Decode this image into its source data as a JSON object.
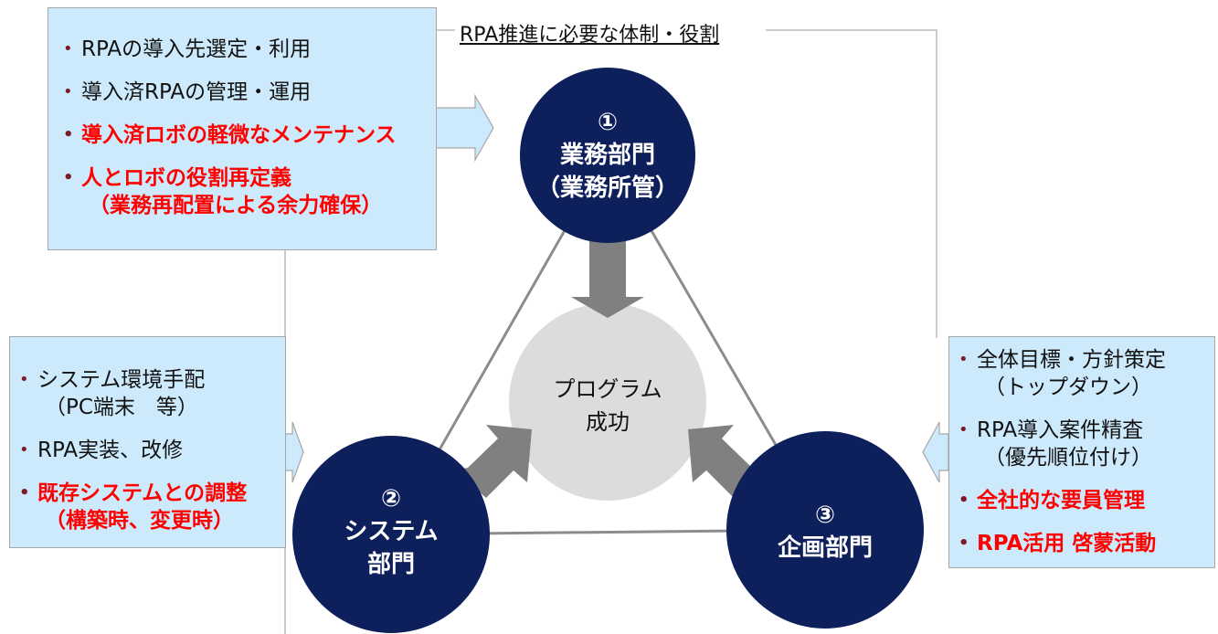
{
  "title": "RPA推進に必要な体制・役割",
  "center": {
    "line1": "プログラム",
    "line2": "成功"
  },
  "departments": [
    {
      "num": "①",
      "line1": "業務部門",
      "line2": "（業務所管）"
    },
    {
      "num": "②",
      "line1": "システム",
      "line2": "部門"
    },
    {
      "num": "③",
      "line1": "企画部門"
    }
  ],
  "box1": [
    {
      "text": "RPAの導入先選定・利用",
      "highlight": false
    },
    {
      "text": "導入済RPAの管理・運用",
      "highlight": false
    },
    {
      "text": "導入済ロボの軽微なメンテナンス",
      "highlight": true
    },
    {
      "text": "人とロボの役割再定義",
      "sub": "（業務再配置による余力確保）",
      "highlight": true
    }
  ],
  "box2": [
    {
      "text": "システム環境手配",
      "sub": "（PC端末　等）",
      "highlight": false
    },
    {
      "text": "RPA実装、改修",
      "highlight": false
    },
    {
      "text": "既存システムとの調整",
      "sub": "（構築時、変更時）",
      "highlight": true
    }
  ],
  "box3": [
    {
      "text": "全体目標・方針策定",
      "sub": "（トップダウン）",
      "highlight": false
    },
    {
      "text": "RPA導入案件精査",
      "sub": "（優先順位付け）",
      "highlight": false
    },
    {
      "text": "全社的な要員管理",
      "highlight": true
    },
    {
      "text": "RPA活用 啓蒙活動",
      "highlight": true
    }
  ],
  "colors": {
    "navy": "#0e205c",
    "box": "#cdeafc",
    "red": "#ff0000",
    "arrow": "#808080",
    "center": "#dcdcdc"
  }
}
